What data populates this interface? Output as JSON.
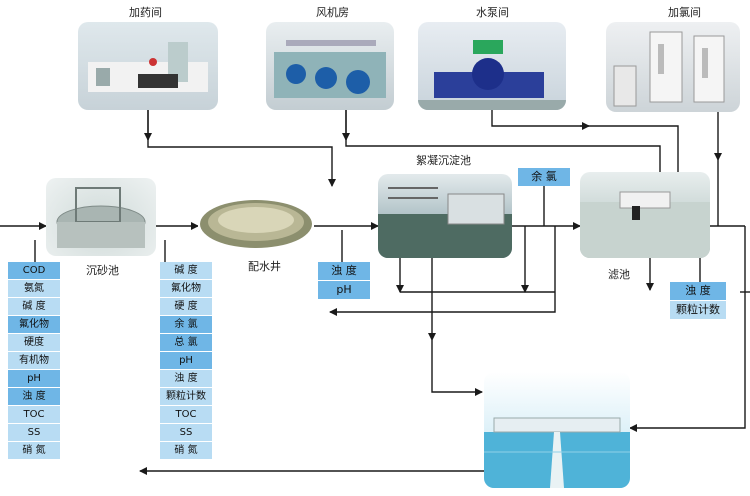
{
  "rooms": {
    "dosing": "加药间",
    "blower": "风机房",
    "pump": "水泵间",
    "chlorine": "加氯间"
  },
  "units": {
    "grit": "沉砂池",
    "distribution": "配水井",
    "coag": "絮凝沉淀池",
    "filter": "滤池"
  },
  "grit_params": [
    "COD",
    "氨氮",
    "碱 度",
    "氟化物",
    "硬度",
    "有机物",
    "pH",
    "浊 度",
    "TOC",
    "SS",
    "硝 氮"
  ],
  "dist_params": [
    "碱 度",
    "氟化物",
    "硬 度",
    "余 氯",
    "总 氯",
    "pH",
    "浊 度",
    "颗粒计数",
    "TOC",
    "SS",
    "硝 氮"
  ],
  "dist_out_params": [
    "浊 度",
    "pH"
  ],
  "coag_param": "余 氯",
  "filter_params": [
    "浊 度",
    "颗粒计数"
  ],
  "colors": {
    "dark_cell": "#6fb6e6",
    "light_cell": "#b8dcf3",
    "line": "#1a1a1a"
  }
}
